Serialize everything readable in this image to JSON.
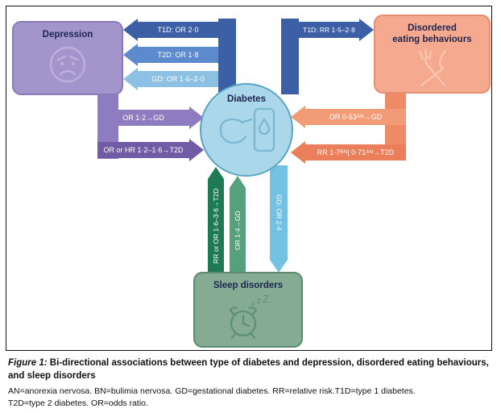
{
  "colors": {
    "arrow_dark_blue": "#3c5fa6",
    "arrow_mid_blue": "#5d8ace",
    "arrow_light_blue": "#8dc1e4",
    "arrow_purple_light": "#8d7cc0",
    "arrow_purple_dark": "#6f5ba6",
    "arrow_orange_light": "#f19c77",
    "arrow_orange_dark": "#ec7f5b",
    "arrow_green_dark": "#1d7a52",
    "arrow_green_mid": "#54a17c",
    "arrow_blue_down": "#74c2e3",
    "depression_fill": "#a295cb",
    "eating_fill": "#f5a98e",
    "diabetes_fill": "#aad7ea",
    "sleep_fill": "#85ac93",
    "label_text": "#1d2550"
  },
  "icons": {
    "depression": "sad-face",
    "eating": "fork-and-knife",
    "diabetes": "hand-with-glucose-meter",
    "sleep": "alarm-clock-with-zzz"
  },
  "diagram": {
    "nodes": {
      "depression": {
        "label": "Depression"
      },
      "eating": {
        "label_line1": "Disordered",
        "label_line2": "eating behaviours"
      },
      "diabetes": {
        "label": "Diabetes"
      },
      "sleep": {
        "label": "Sleep disorders"
      }
    },
    "arrows": {
      "t1d_to_depression": "T1D: OR 2·0",
      "t2d_to_depression": "T2D: OR 1·8",
      "gd_to_depression": "GD: OR 1·6–2·0",
      "depression_to_gd": "OR 1·2→GD",
      "depression_to_t2d": "OR or HR 1·2–1·6→T2D",
      "t1d_to_eating": "T1D: RR 1·5–2·8",
      "eating_to_gd": {
        "pre": "OR 0·63",
        "sup": "AN",
        "post": "→GD"
      },
      "eating_to_t2d": {
        "pre": "RR 1·7",
        "sup1": "BN",
        "mid": " | 0·71",
        "sup2": "AN",
        "post": "→T2D"
      },
      "sleep_to_t2d": "RR or OR 1·6–3·6→T2D",
      "sleep_to_gd": "OR 1·4→GD",
      "gd_to_sleep": "GD: OR 2·4"
    },
    "sleep_zs": [
      "z",
      "z",
      "Z"
    ]
  },
  "caption": {
    "label": "Figure 1:",
    "title": "Bi-directional associations between type of diabetes and depression, disordered eating behaviours, and sleep disorders",
    "note_line1": "AN=anorexia nervosa. BN=bulimia nervosa. GD=gestational diabetes. RR=relative risk.T1D=type 1 diabetes.",
    "note_line2": "T2D=type 2 diabetes. OR=odds ratio."
  }
}
